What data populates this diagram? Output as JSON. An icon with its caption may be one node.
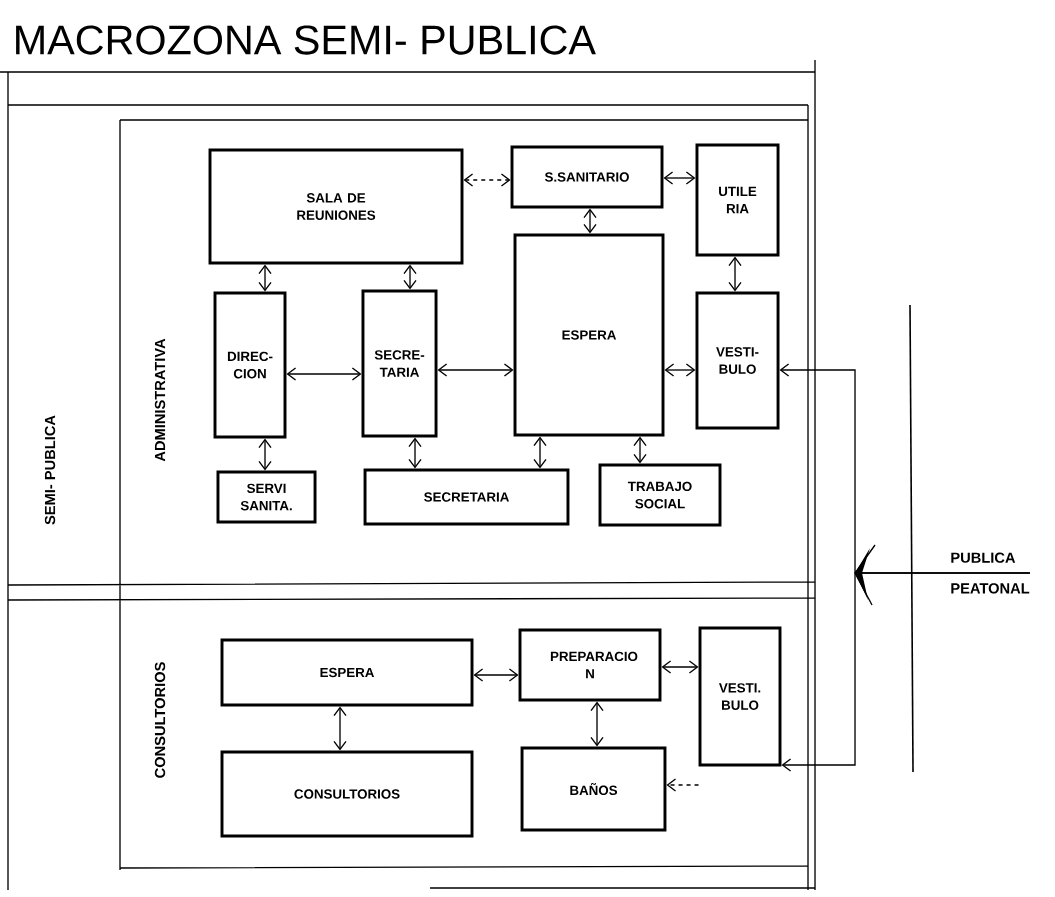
{
  "diagram": {
    "title": "MACROZONA SEMI- PUBLICA",
    "nodes": [
      {
        "text": [
          "SALA DE REUNIONES"
        ]
      },
      {
        "text": [
          "S.SANITARIO"
        ]
      },
      {
        "text": [
          "UTILE RIA"
        ]
      },
      {
        "text": [
          "DIREC- CION"
        ]
      },
      {
        "text": [
          "SECRE- TARIA"
        ]
      },
      {
        "text": [
          "ESPERA"
        ]
      },
      {
        "text": [
          "VESTI- BULO"
        ]
      },
      {
        "text": [
          "SERVI SANITA."
        ]
      },
      {
        "text": [
          "SECRETARIA"
        ]
      },
      {
        "text": [
          "TRABAJO SOCIAL"
        ]
      },
      {
        "text": [
          "ESPERA"
        ]
      },
      {
        "text": [
          "PREPARACIO N"
        ]
      },
      {
        "text": [
          "VESTI. BULO"
        ]
      },
      {
        "text": [
          "CONSULTORIOS"
        ]
      },
      {
        "text": [
          "BAÑOS"
        ]
      },
      {
        "text": [
          "PUBLICA",
          "PEATONAL"
        ]
      }
    ],
    "edges": [
      {
        "from": 0,
        "to": 1,
        "arrow": "both",
        "style": "dashed"
      },
      {
        "from": 1,
        "to": 2,
        "arrow": "both"
      },
      {
        "from": 0,
        "to": 3,
        "arrow": "both"
      },
      {
        "from": 0,
        "to": 4,
        "arrow": "both"
      },
      {
        "from": 1,
        "to": 5,
        "arrow": "both"
      },
      {
        "from": 2,
        "to": 6,
        "arrow": "both"
      },
      {
        "from": 3,
        "to": 4,
        "arrow": "both"
      },
      {
        "from": 4,
        "to": 5,
        "arrow": "both"
      },
      {
        "from": 5,
        "to": 6,
        "arrow": "both"
      },
      {
        "from": 3,
        "to": 7,
        "arrow": "both"
      },
      {
        "from": 4,
        "to": 8,
        "arrow": "both"
      },
      {
        "from": 5,
        "to": 8,
        "arrow": "both"
      },
      {
        "from": 5,
        "to": 9,
        "arrow": "both"
      },
      {
        "from": 10,
        "to": 11,
        "arrow": "both"
      },
      {
        "from": 11,
        "to": 12,
        "arrow": "both"
      },
      {
        "from": 10,
        "to": 13,
        "arrow": "both"
      },
      {
        "from": 11,
        "to": 14,
        "arrow": "both"
      },
      {
        "from": 12,
        "to": 14,
        "arrow": "to",
        "style": "dashed"
      },
      {
        "from": 15,
        "to": 6,
        "arrow": "to"
      },
      {
        "from": 15,
        "to": 12,
        "arrow": "to"
      }
    ],
    "labels": [
      "SEMI- PUBLICA",
      "ADMINISTRATIVA",
      "CONSULTORIOS"
    ]
  }
}
